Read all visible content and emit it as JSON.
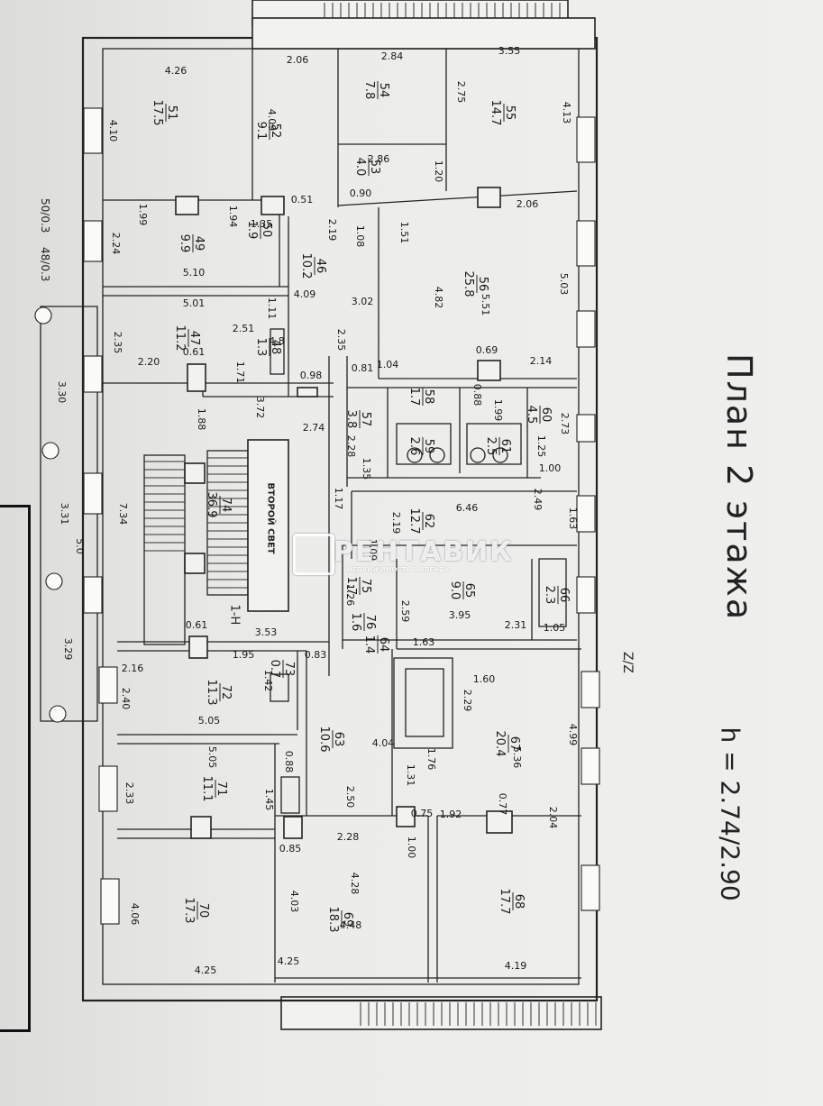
{
  "plan": {
    "title": "План 2 этажа",
    "height_note": "h = 2.74/2.90",
    "side_mark_right": "Z/Z",
    "left_marks": [
      "50/0.3",
      "48/0.3"
    ]
  },
  "watermark": {
    "brand": "РЕНТАВИК",
    "tagline": "НЕДВИЖИМОСТЬ В АРЕНДУ"
  },
  "stair": {
    "label": "ВТОРОЙ СВЕТ",
    "mark": "1-Н"
  },
  "rooms": [
    {
      "id": "51",
      "area": "17.5"
    },
    {
      "id": "52",
      "area": "9.1"
    },
    {
      "id": "54",
      "area": "7.8"
    },
    {
      "id": "55",
      "area": "14.7"
    },
    {
      "id": "53",
      "area": "4.0"
    },
    {
      "id": "49",
      "area": "9.9"
    },
    {
      "id": "50",
      "area": "1.9"
    },
    {
      "id": "46",
      "area": "10.2"
    },
    {
      "id": "56",
      "area": "25.8"
    },
    {
      "id": "47",
      "area": "11.2"
    },
    {
      "id": "48",
      "area": "1.3"
    },
    {
      "id": "57",
      "area": "3.8"
    },
    {
      "id": "58",
      "area": "1.7"
    },
    {
      "id": "59",
      "area": "2.6"
    },
    {
      "id": "60",
      "area": "4.5"
    },
    {
      "id": "61",
      "area": "2.5"
    },
    {
      "id": "74",
      "area": "36.9"
    },
    {
      "id": "62",
      "area": "12.7"
    },
    {
      "id": "65",
      "area": "9.0"
    },
    {
      "id": "66",
      "area": "2.3"
    },
    {
      "id": "75",
      "area": "1.7"
    },
    {
      "id": "76",
      "area": "1.6"
    },
    {
      "id": "64",
      "area": "1.4"
    },
    {
      "id": "72",
      "area": "11.3"
    },
    {
      "id": "73",
      "area": "0.7"
    },
    {
      "id": "63",
      "area": "10.6"
    },
    {
      "id": "67",
      "area": "20.4"
    },
    {
      "id": "71",
      "area": "11.1"
    },
    {
      "id": "70",
      "area": "17.3"
    },
    {
      "id": "69",
      "area": "18.3"
    },
    {
      "id": "68",
      "area": "17.7"
    }
  ],
  "dimensions": [
    "4.26",
    "2.06",
    "2.84",
    "3.55",
    "4.10",
    "4.09",
    "2.75",
    "4.13",
    "2.86",
    "1.20",
    "0.51",
    "0.90",
    "1.99",
    "1.94",
    "1.35",
    "2.19",
    "1.08",
    "1.51",
    "2.06",
    "2.24",
    "5.10",
    "4.09",
    "3.02",
    "4.82",
    "5.51",
    "5.03",
    "5.01",
    "1.11",
    "2.51",
    "2.35",
    "2.35",
    "2.20",
    "0.61",
    "1.71",
    "4.8",
    "0.98",
    "0.81",
    "1.04",
    "0.69",
    "2.14",
    "3.72",
    "1.88",
    "2.74",
    "2.28",
    "0.88",
    "1.99",
    "2.73",
    "1.25",
    "1.00",
    "1.35",
    "1.17",
    "2.19",
    "6.46",
    "2.49",
    "1.63",
    "7.34",
    "3.30",
    "3.31",
    "5.0",
    "3.29",
    "1.09",
    "1.26",
    "2.59",
    "3.95",
    "2.31",
    "1.05",
    "1.63",
    "0.61",
    "3.53",
    "0.83",
    "2.16",
    "1.95",
    "1.42",
    "2.40",
    "5.05",
    "5.05",
    "0.88",
    "2.33",
    "1.45",
    "1.60",
    "2.29",
    "4.99",
    "5.36",
    "1.76",
    "1.31",
    "4.04",
    "2.50",
    "0.75",
    "1.92",
    "0.77",
    "2.04",
    "0.85",
    "2.28",
    "1.00",
    "4.06",
    "4.03",
    "4.28",
    "4.48",
    "4.25",
    "4.25",
    "4.19"
  ]
}
